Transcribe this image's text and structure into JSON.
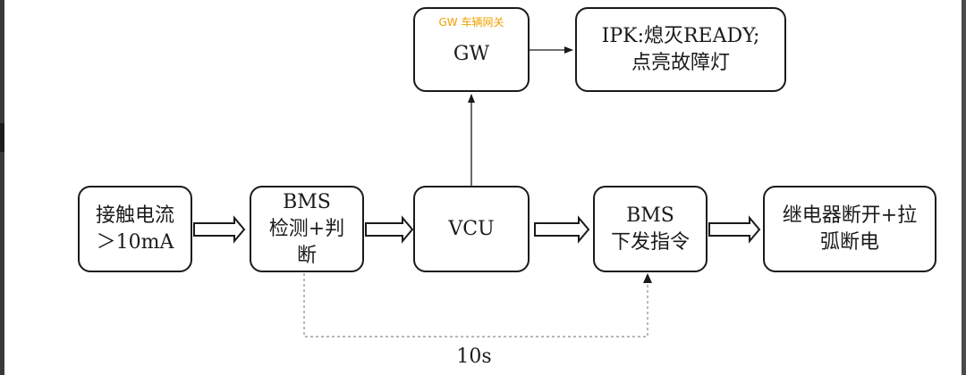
{
  "diagram": {
    "gw_box": {
      "watermark": "GW 车辆网关",
      "label": "GW"
    },
    "ipk_box": {
      "line1": "IPK:熄灭READY;",
      "line2": "点亮故障灯"
    },
    "contact_current_box": {
      "line1": "接触电流",
      "line2": "＞10mA"
    },
    "bms_detect_box": {
      "line1": "BMS",
      "line2": "检测+判",
      "line3": "断"
    },
    "vcu_box": {
      "label": "VCU"
    },
    "bms_command_box": {
      "line1": "BMS",
      "line2": "下发指令"
    },
    "relay_box": {
      "line1": "继电器断开+拉",
      "line2": "弧断电"
    },
    "delay_label": "10s"
  },
  "colors": {
    "line": "#1a1a1a",
    "dashed": "#8c8c8c",
    "watermark": "#f0a000"
  }
}
